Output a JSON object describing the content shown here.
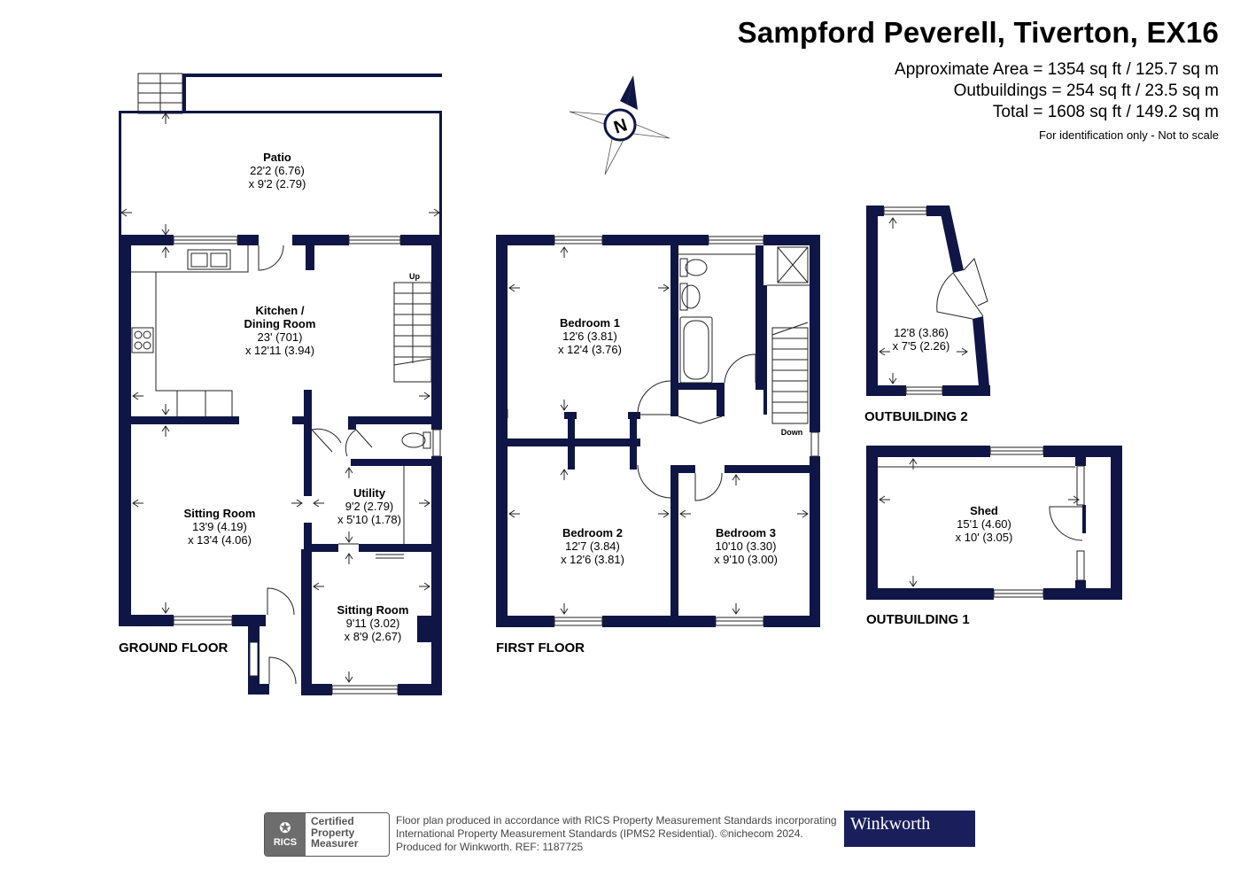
{
  "header": {
    "title": "Sampford Peverell, Tiverton, EX16",
    "area_lines": [
      "Approximate Area = 1354 sq ft / 125.7 sq m",
      "Outbuildings = 254 sq ft / 23.5 sq m",
      "Total = 1608 sq ft / 149.2 sq m"
    ],
    "note": "For identification only - Not to scale"
  },
  "compass": {
    "label": "N"
  },
  "floors": {
    "ground": "GROUND FLOOR",
    "first": "FIRST FLOOR",
    "outbuilding_1": "OUTBUILDING 1",
    "outbuilding_2": "OUTBUILDING 2"
  },
  "rooms": {
    "patio": {
      "name": "Patio",
      "dims": [
        "22'2 (6.76)",
        "x 9'2 (2.79)"
      ]
    },
    "kitchen": {
      "name": [
        "Kitchen /",
        "Dining Room"
      ],
      "dims": [
        "23' (701)",
        "x 12'11 (3.94)"
      ]
    },
    "sitting_room_1": {
      "name": "Sitting Room",
      "dims": [
        "13'9 (4.19)",
        "x 13'4 (4.06)"
      ]
    },
    "utility": {
      "name": "Utility",
      "dims": [
        "9'2 (2.79)",
        "x 5'10 (1.78)"
      ]
    },
    "sitting_room_2": {
      "name": "Sitting Room",
      "dims": [
        "9'11 (3.02)",
        "x 8'9 (2.67)"
      ]
    },
    "bedroom_1": {
      "name": "Bedroom 1",
      "dims": [
        "12'6 (3.81)",
        "x 12'4 (3.76)"
      ]
    },
    "bedroom_2": {
      "name": "Bedroom 2",
      "dims": [
        "12'7 (3.84)",
        "x 12'6 (3.81)"
      ]
    },
    "bedroom_3": {
      "name": "Bedroom 3",
      "dims": [
        "10'10 (3.30)",
        "x 9'10 (3.00)"
      ]
    },
    "outbuilding_2_room": {
      "dims": [
        "12'8 (3.86)",
        "x 7'5 (2.26)"
      ]
    },
    "shed": {
      "name": "Shed",
      "dims": [
        "15'1 (4.60)",
        "x 10' (3.05)"
      ]
    }
  },
  "stairs": {
    "up": "Up",
    "down": "Down"
  },
  "footer": {
    "badge_lines": [
      "Certified",
      "Property",
      "Measurer"
    ],
    "badge_logo": "RICS",
    "text_lines": [
      "Floor plan produced in accordance with RICS Property Measurement Standards incorporating",
      "International Property Measurement Standards (IPMS2 Residential).  ©nichecom 2024.",
      "Produced for Winkworth.   REF: 1187725"
    ],
    "brand": "Winkworth"
  }
}
